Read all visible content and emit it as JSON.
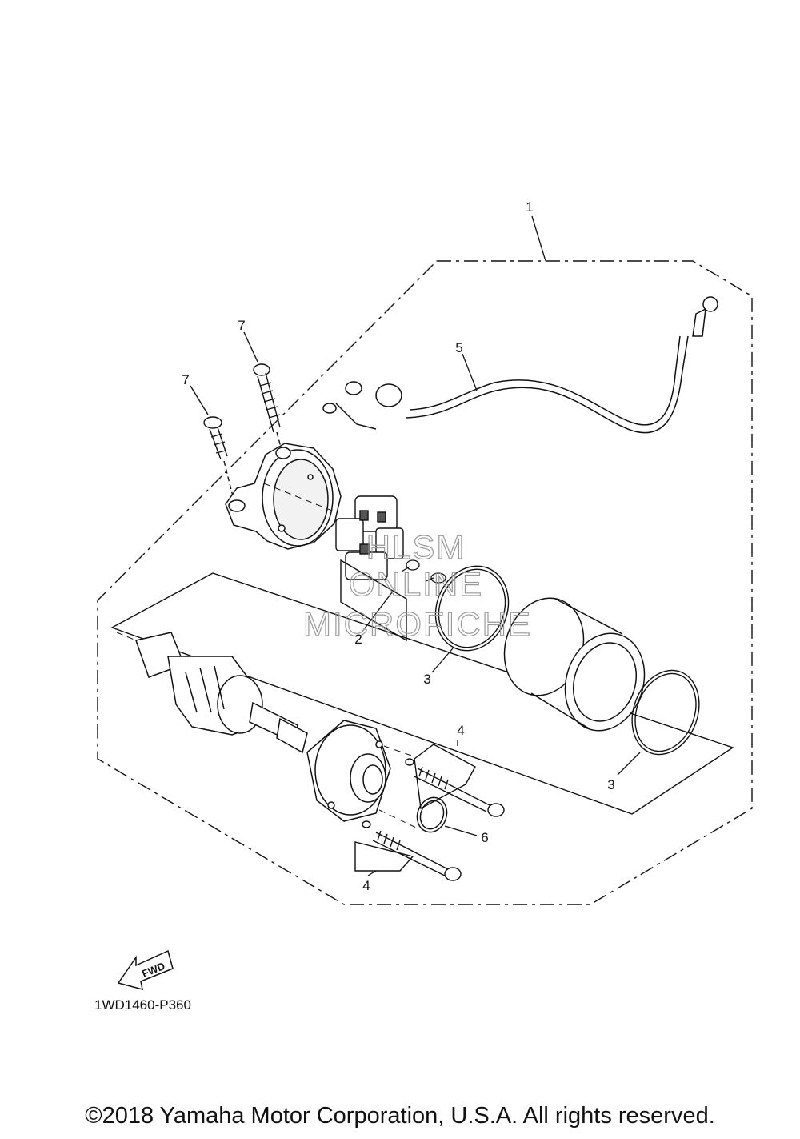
{
  "callouts": {
    "c1": "1",
    "c2": "2",
    "c3a": "3",
    "c3b": "3",
    "c4a": "4",
    "c4b": "4",
    "c5": "5",
    "c6": "6",
    "c7a": "7",
    "c7b": "7"
  },
  "fwd_label": "FWD",
  "diagram_code": "1WD1460-P360",
  "watermark": [
    "HLSM",
    "ONLINE",
    "MICROFICHE"
  ],
  "copyright": "©2018 Yamaha Motor Corporation, U.S.A. All rights reserved."
}
